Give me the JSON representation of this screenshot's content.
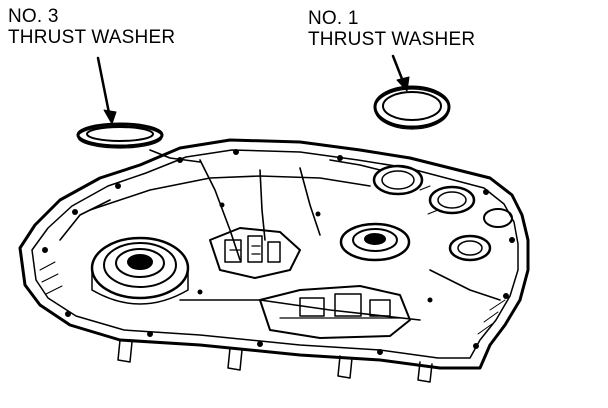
{
  "callouts": {
    "washer_3": {
      "line1": "NO. 3",
      "line2": "THRUST WASHER"
    },
    "washer_1": {
      "line1": "NO. 1",
      "line2": "THRUST WASHER"
    }
  },
  "colors": {
    "ink": "#000000",
    "paper": "#ffffff"
  }
}
